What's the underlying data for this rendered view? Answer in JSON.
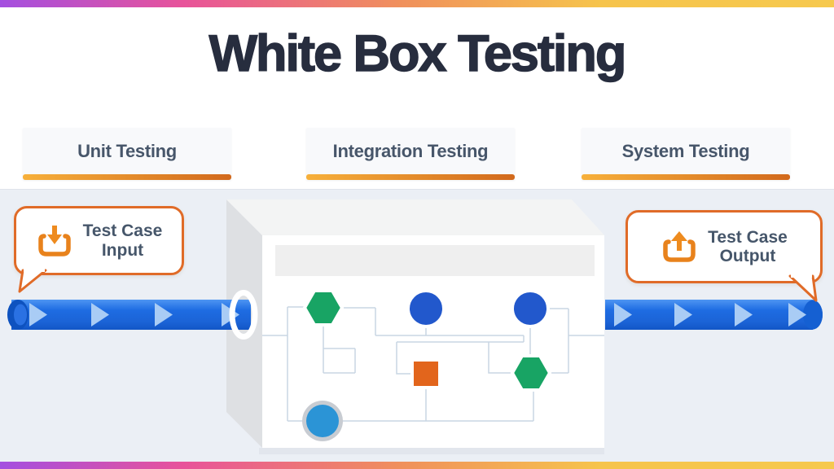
{
  "title": "White Box Testing",
  "tabs": [
    {
      "label": "Unit Testing"
    },
    {
      "label": "Integration Testing"
    },
    {
      "label": "System Testing"
    }
  ],
  "bubbles": {
    "input": {
      "line1": "Test Case",
      "line2": "Input",
      "icon": "download-tray-icon"
    },
    "output": {
      "line1": "Test Case",
      "line2": "Output",
      "icon": "upload-tray-icon"
    }
  },
  "diagram": {
    "box": "white-box-3d",
    "nodes": [
      "green-hexagon",
      "blue-circle",
      "blue-circle",
      "orange-square",
      "green-hexagon",
      "light-blue-circle"
    ],
    "pipes": {
      "left": "input-pipe",
      "right": "output-pipe"
    }
  },
  "colors": {
    "banner_gradient": [
      "#A44FE0",
      "#E8539A",
      "#F0905C",
      "#F6C44C"
    ],
    "stage_bg": "#EBEFF5",
    "title_color": "#272D3E",
    "tab_text": "#47566A",
    "tab_underline_start": "#F7B03A",
    "tab_underline_end": "#D2691C",
    "bubble_border": "#E06B28",
    "icon_orange": "#EE8B1F",
    "pipe_blue": "#1E6CE2",
    "pipe_arrow": "#A9CCF5",
    "node_green": "#18A464",
    "node_blue": "#2258CC",
    "node_orange": "#E2651C",
    "node_light_blue": "#2B94D6",
    "connector": "#C9D6E3"
  }
}
